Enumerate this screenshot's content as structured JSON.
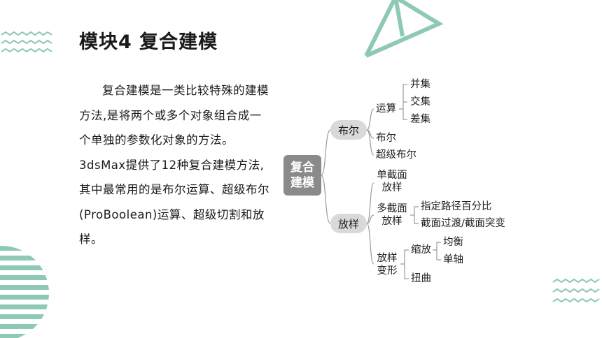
{
  "slide": {
    "title": "模块4  复合建模",
    "paragraph": "复合建模是一类比较特殊的建模方法,是将两个或多个对象组合成一个单独的参数化对象的方法。3dsMax提供了12种复合建模方法,其中最常用的是布尔运算、超级布尔(ProBoolean)运算、超级切割和放样。"
  },
  "mindmap": {
    "root": "复合建模",
    "boolean": {
      "label": "布尔",
      "ops_label": "运算",
      "ops": [
        "并集",
        "交集",
        "差集"
      ],
      "bool_item": "布尔",
      "super_bool": "超级布尔"
    },
    "loft": {
      "label": "放样",
      "single_label": "单截面放样",
      "multi_label": "多截面放样",
      "multi_items": [
        "指定路径百分比",
        "截面过渡/截面突变"
      ],
      "deform_label": "放样变形",
      "scale_label": "缩放",
      "scale_items": [
        "均衡",
        "单轴"
      ],
      "twist_label": "扭曲"
    }
  },
  "colors": {
    "accent_teal": "#8ec9b6",
    "root_fill": "#8a8a8a",
    "pill_fill": "#d9d9d9",
    "line_gray": "#9a9a9a"
  }
}
